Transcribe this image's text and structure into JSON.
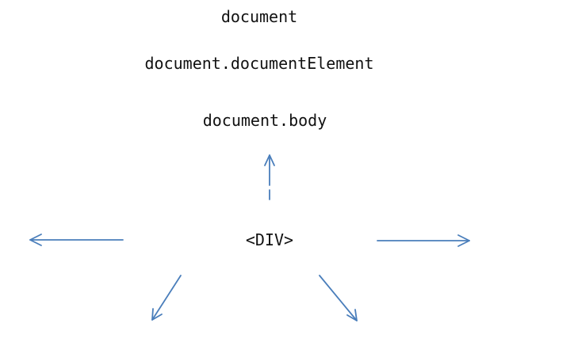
{
  "diagram": {
    "nodes": {
      "document": "document",
      "document_element": "document.documentElement",
      "body": "document.body",
      "div": "<DIV>"
    },
    "arrow_color": "#4a7ebb"
  }
}
